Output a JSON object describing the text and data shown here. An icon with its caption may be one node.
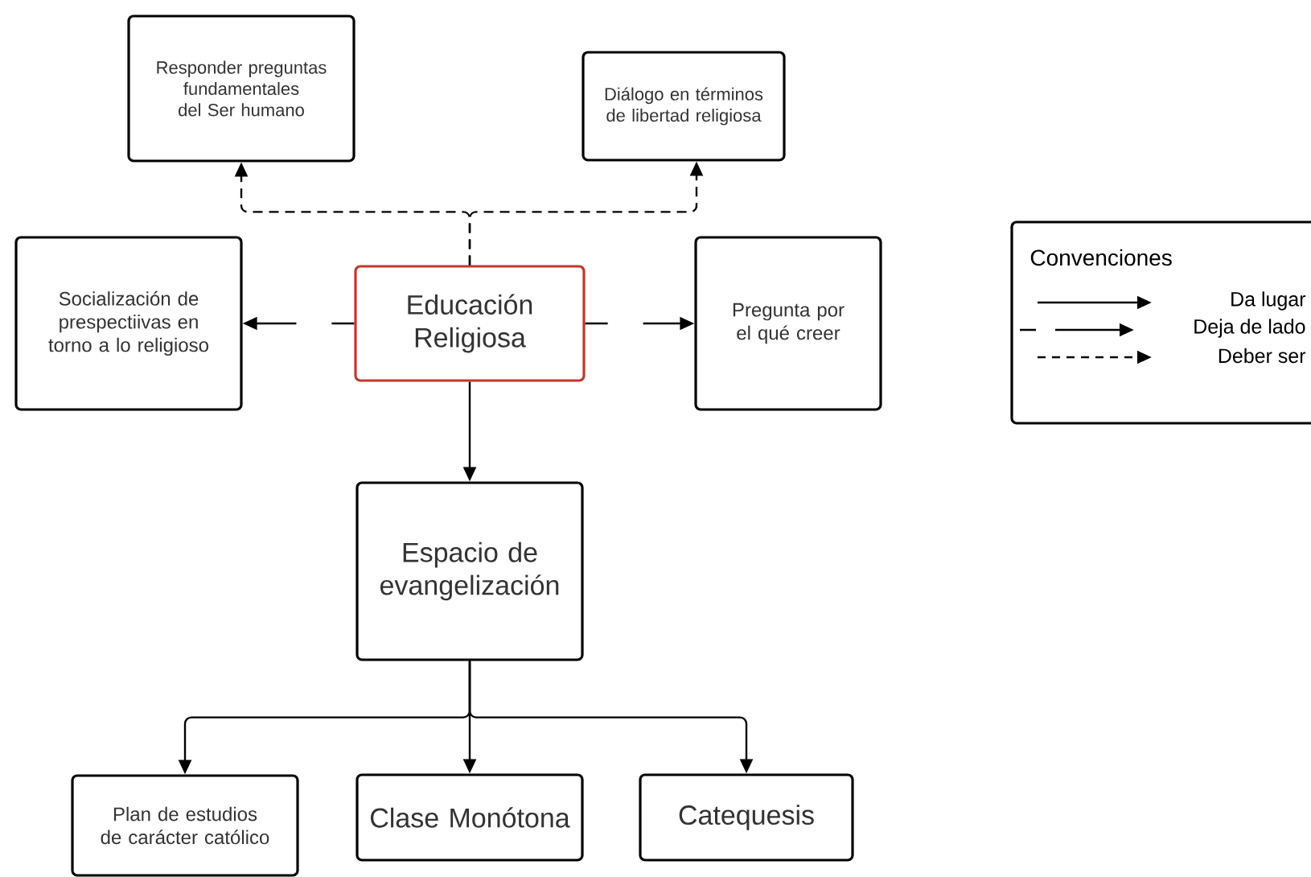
{
  "diagram": {
    "nodes": [
      {
        "text": [
          "Responder preguntas fundamentales del Ser humano"
        ]
      },
      {
        "text": [
          "Diálogo en términos de libertad religiosa"
        ]
      },
      {
        "text": [
          "Socialización de prespectiivas en torno a lo religioso"
        ]
      },
      {
        "text": [
          "Educación Religiosa"
        ]
      },
      {
        "text": [
          "Pregunta por el qué creer"
        ]
      },
      {
        "text": [
          "Espacio de evangelización"
        ]
      },
      {
        "text": [
          "Plan de estudios de carácter católico"
        ]
      },
      {
        "text": [
          "Clase Monótona"
        ]
      },
      {
        "text": [
          "Catequesis"
        ]
      }
    ],
    "edges": [
      {
        "from": 3,
        "to": 0,
        "arrow": "to",
        "style": "dashed"
      },
      {
        "from": 3,
        "to": 1,
        "arrow": "to",
        "style": "dashed"
      },
      {
        "from": 3,
        "to": 2,
        "arrow": "to",
        "style": "dashed"
      },
      {
        "from": 3,
        "to": 4,
        "arrow": "to",
        "style": "dashed"
      },
      {
        "from": 3,
        "to": 5,
        "arrow": "to"
      },
      {
        "from": 5,
        "to": 6,
        "arrow": "to"
      },
      {
        "from": 5,
        "to": 7,
        "arrow": "to"
      },
      {
        "from": 5,
        "to": 8,
        "arrow": "to"
      }
    ],
    "labels": [
      "Convenciones"
    ],
    "legend": [
      {
        "text": "Da lugar"
      },
      {
        "text": "Deja de lado"
      },
      {
        "text": "Deber ser"
      }
    ]
  }
}
